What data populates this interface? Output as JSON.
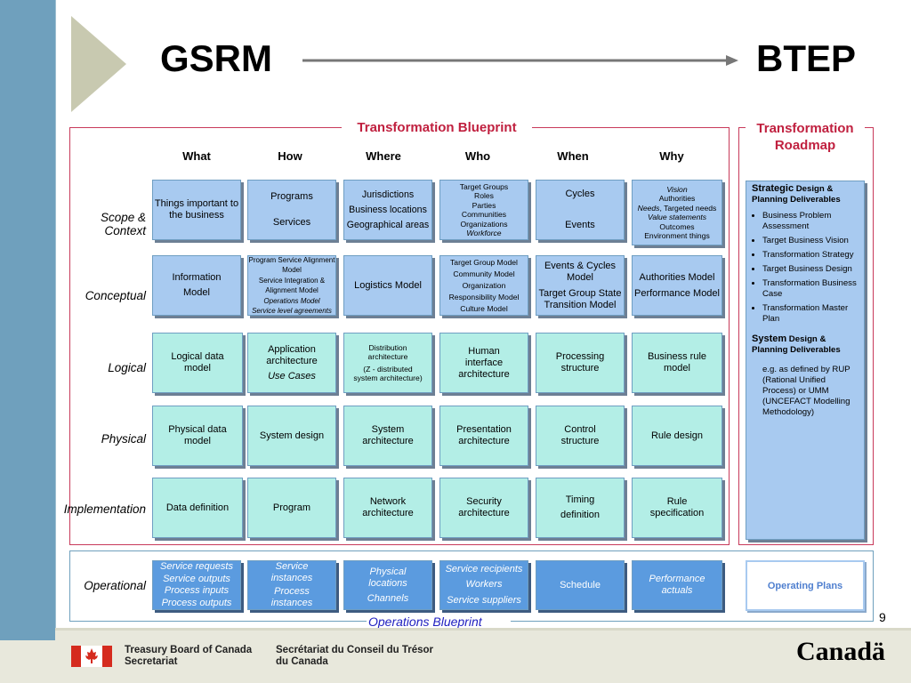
{
  "header": {
    "left_title": "GSRM",
    "right_title": "BTEP"
  },
  "blueprint": {
    "title": "Transformation Blueprint",
    "columns": [
      "What",
      "How",
      "Where",
      "Who",
      "When",
      "Why"
    ],
    "rows": [
      "Scope & Context",
      "Conceptual",
      "Logical",
      "Physical",
      "Implementation"
    ]
  },
  "roadmap": {
    "title": "Transformation Roadmap",
    "strategic_head_main": "Strategic",
    "strategic_head_rest": " Design & Planning Deliverables",
    "strategic_items": [
      "Business Problem Assessment",
      "Target Business Vision",
      "Transformation Strategy",
      "Target Business Design",
      "Transformation Business Case",
      "Transformation Master Plan"
    ],
    "system_head_main": "System",
    "system_head_rest": " Design & Planning Deliverables",
    "system_note": "e.g. as defined by RUP (Rational Unified Process)  or UMM (UNCEFACT Modelling Methodology)"
  },
  "cells": {
    "scope": {
      "what": "Things important to the business",
      "how_1": "Programs",
      "how_2": "Services",
      "where_1": "Jurisdictions",
      "where_2": "Business locations",
      "where_3": "Geographical areas",
      "who_1": "Target Groups",
      "who_2": "Roles",
      "who_3": "Parties",
      "who_4": "Communities",
      "who_5": "Organizations",
      "who_6": "Workforce",
      "when_1": "Cycles",
      "when_2": "Events",
      "why_1": "Vision",
      "why_2": "Authorities",
      "why_3a": "Needs",
      "why_3b": ", Targeted needs",
      "why_4": "Value statements",
      "why_5": "Outcomes",
      "why_6": "Environment  things"
    },
    "conceptual": {
      "what_1": "Information",
      "what_2": "Model",
      "how_1": "Program Service Alignment Model",
      "how_2": "Service Integration & Alignment Model",
      "how_3": "Operations Model",
      "how_4": "Service level agreements",
      "where": "Logistics Model",
      "who_1": "Target Group Model",
      "who_2": "Community Model",
      "who_3": "Organization Responsibility Model",
      "who_4": "Culture Model",
      "when_1": "Events & Cycles Model",
      "when_2": "Target Group State Transition Model",
      "why_1": "Authorities Model",
      "why_2": "Performance Model"
    },
    "logical": {
      "what": "Logical data model",
      "how_1": "Application architecture",
      "how_2": "Use Cases",
      "where_1": "Distribution architecture",
      "where_2": "(Z - distributed system architecture)",
      "who": "Human interface architecture",
      "when": "Processing structure",
      "why": "Business rule model"
    },
    "physical": {
      "what": "Physical data model",
      "how": "System design",
      "where": "System architecture",
      "who": "Presentation architecture",
      "when": "Control structure",
      "why": "Rule design"
    },
    "implementation": {
      "what": "Data definition",
      "how": "Program",
      "where": "Network architecture",
      "who": "Security architecture",
      "when_1": "Timing",
      "when_2": "definition",
      "why": "Rule specification"
    }
  },
  "operational": {
    "row_label": "Operational",
    "what": [
      "Service requests",
      "Service outputs",
      "Process inputs",
      "Process outputs"
    ],
    "how": [
      "Service instances",
      "Process instances"
    ],
    "where": [
      "Physical locations",
      "Channels"
    ],
    "who": [
      "Service recipients",
      "Workers",
      "Service suppliers"
    ],
    "when": "Schedule",
    "why": "Performance actuals",
    "plans": "Operating Plans",
    "blueprint_title": "Operations Blueprint"
  },
  "page_number": "9",
  "footer": {
    "en_1": "Treasury Board of Canada",
    "en_2": "Secretariat",
    "fr_1": "Secrétariat du Conseil du Trésor",
    "fr_2": "du Canada",
    "wordmark": "Canadä"
  },
  "colors": {
    "accent_red": "#c0203f",
    "cell_blue": "#a8caf0",
    "cell_teal": "#b3eee6",
    "operational_blue": "#5b9bdf",
    "side_bar": "#6fa0bd"
  }
}
